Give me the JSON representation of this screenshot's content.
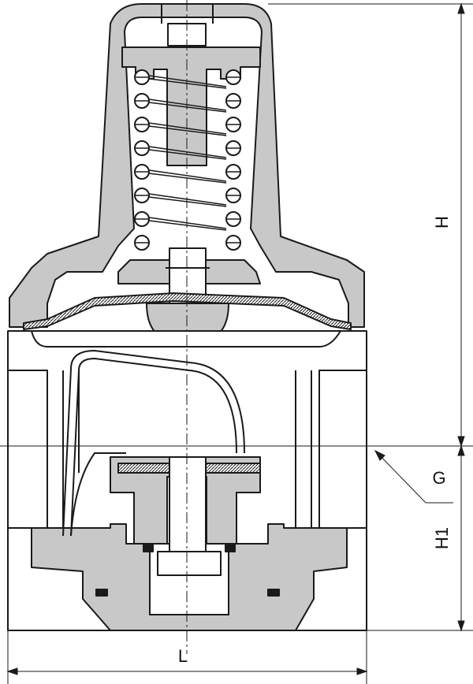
{
  "colors": {
    "line": "#1a1a1a",
    "section_fill": "#c8c8c8",
    "background": "#ffffff"
  },
  "dimensions": {
    "height": "H",
    "lower_height": "H1",
    "length": "L",
    "port": "G"
  }
}
